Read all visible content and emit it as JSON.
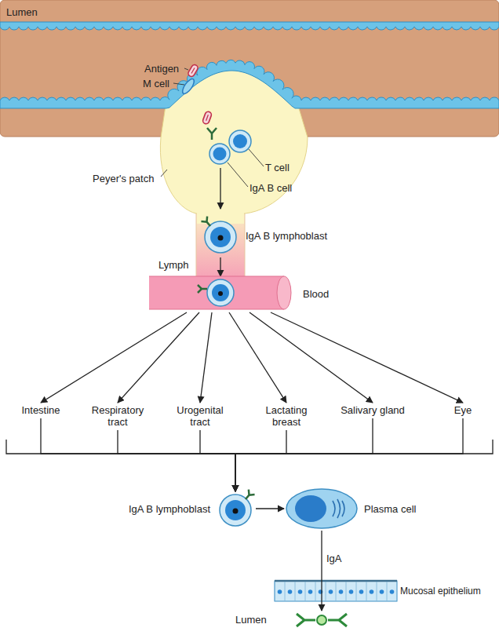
{
  "diagram": {
    "nodes": [
      {
        "text": [
          "IgA B lymphoblast"
        ]
      },
      {
        "text": [
          "Blood"
        ]
      },
      {
        "text": [
          "Intestine"
        ]
      },
      {
        "text": [
          "Respiratory tract"
        ]
      },
      {
        "text": [
          "Urogenital tract"
        ]
      },
      {
        "text": [
          "Lactating breast"
        ]
      },
      {
        "text": [
          "Salivary gland"
        ]
      },
      {
        "text": [
          "Eye"
        ]
      },
      {
        "text": [
          "IgA B lymphoblast"
        ]
      },
      {
        "text": [
          "Plasma cell"
        ]
      }
    ],
    "edges": [
      {
        "from": 0,
        "to": 1,
        "arrow": "to"
      },
      {
        "from": 1,
        "to": 2,
        "arrow": "to"
      },
      {
        "from": 1,
        "to": 3,
        "arrow": "to"
      },
      {
        "from": 1,
        "to": 4,
        "arrow": "to"
      },
      {
        "from": 1,
        "to": 5,
        "arrow": "to"
      },
      {
        "from": 1,
        "to": 6,
        "arrow": "to"
      },
      {
        "from": 1,
        "to": 7,
        "arrow": "to"
      },
      {
        "from": 2,
        "to": 8,
        "arrow": "to"
      },
      {
        "from": 3,
        "to": 8,
        "arrow": "to"
      },
      {
        "from": 4,
        "to": 8,
        "arrow": "to"
      },
      {
        "from": 5,
        "to": 8,
        "arrow": "to"
      },
      {
        "from": 6,
        "to": 8,
        "arrow": "to"
      },
      {
        "from": 7,
        "to": 8,
        "arrow": "to"
      },
      {
        "from": 8,
        "to": 9,
        "arrow": "to"
      }
    ],
    "labels": [
      "Lumen",
      "Antigen",
      "M cell",
      "Peyer's patch",
      "T cell",
      "IgA B cell",
      "Lymph",
      "IgA",
      "Mucosal epithelium",
      "Lumen"
    ]
  }
}
